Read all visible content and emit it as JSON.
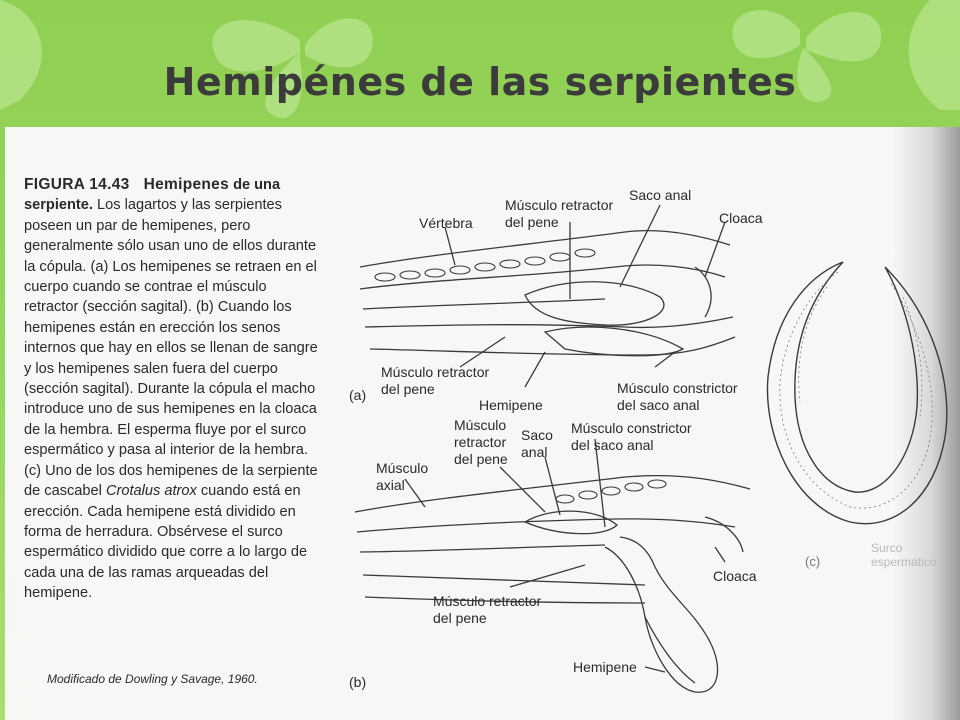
{
  "slide": {
    "title": "Hemipénes de las serpientes"
  },
  "caption": {
    "figure_number": "FIGURA 14.43",
    "heading_rest": "Hemipenes",
    "subheading": "de una serpiente.",
    "text_1": " Los lagartos y las serpientes poseen un par de hemipenes, pero generalmente sólo usan uno de ellos durante la cópula. (a) Los hemipenes se retraen en el cuerpo cuando se contrae el músculo retractor (sección sagital). (b) Cuando los hemipenes están en erección los senos internos que hay en ellos se llenan de sangre y los hemipenes salen fuera del cuerpo (sección sagital). Durante la cópula el macho introduce uno de sus hemipenes en la cloaca de la hembra. El esperma fluye por el surco espermático y pasa al interior de la hembra. (c) Uno de los dos hemipenes de la serpiente de cascabel ",
    "species": "Crotalus atrox",
    "text_2": " cuando está en erección. Cada hemipene está dividido en forma de herradura. Obsérvese el surco espermático dividido que corre a lo largo de cada una de las ramas arqueadas del hemipene.",
    "source": "Modificado de Dowling y Savage, 1960."
  },
  "panel_a": {
    "tag": "(a)",
    "labels": {
      "vertebra": "Vértebra",
      "retractor_top": "Músculo retractor\ndel pene",
      "saco_anal": "Saco anal",
      "cloaca": "Cloaca",
      "retractor_bottom": "Músculo retractor\ndel pene",
      "hemipene": "Hemipene",
      "constrictor": "Músculo constrictor\ndel saco anal"
    }
  },
  "panel_b": {
    "tag": "(b)",
    "labels": {
      "axial": "Músculo\naxial",
      "retractor_top": "Músculo\nretractor\ndel pene",
      "saco_anal": "Saco\nanal",
      "constrictor": "Músculo constrictor\ndel saco anal",
      "cloaca": "Cloaca",
      "retractor_bottom": "Músculo retractor\ndel pene",
      "hemipene": "Hemipene"
    }
  },
  "panel_c": {
    "tag": "(c)",
    "faint_label": "Surco\nespermático"
  },
  "colors": {
    "slide_green": "#9ad85f",
    "title_text": "#3b3b3b",
    "paper": "#f7f7f5",
    "ink": "#2a2a2a"
  }
}
